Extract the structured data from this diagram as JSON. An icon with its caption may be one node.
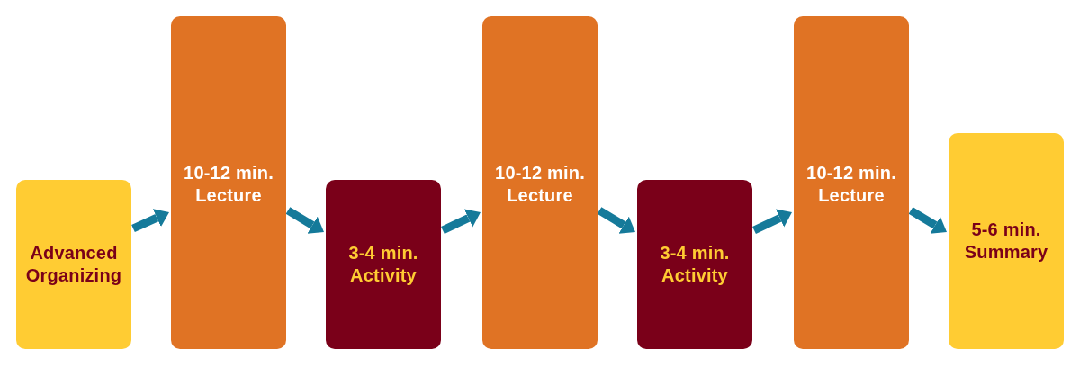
{
  "diagram": {
    "nodes": [
      {
        "text": [
          "Advanced Organizing"
        ]
      },
      {
        "text": [
          "10-12 min. Lecture"
        ]
      },
      {
        "text": [
          "3-4 min. Activity"
        ]
      },
      {
        "text": [
          "10-12 min. Lecture"
        ]
      },
      {
        "text": [
          "3-4 min. Activity"
        ]
      },
      {
        "text": [
          "10-12 min. Lecture"
        ]
      },
      {
        "text": [
          "5-6 min. Summary"
        ]
      }
    ],
    "edges": [
      {
        "from": 0,
        "to": 1,
        "arrow": "to"
      },
      {
        "from": 1,
        "to": 2,
        "arrow": "to"
      },
      {
        "from": 2,
        "to": 3,
        "arrow": "to"
      },
      {
        "from": 3,
        "to": 4,
        "arrow": "to"
      },
      {
        "from": 4,
        "to": 5,
        "arrow": "to"
      },
      {
        "from": 5,
        "to": 6,
        "arrow": "to"
      }
    ]
  }
}
